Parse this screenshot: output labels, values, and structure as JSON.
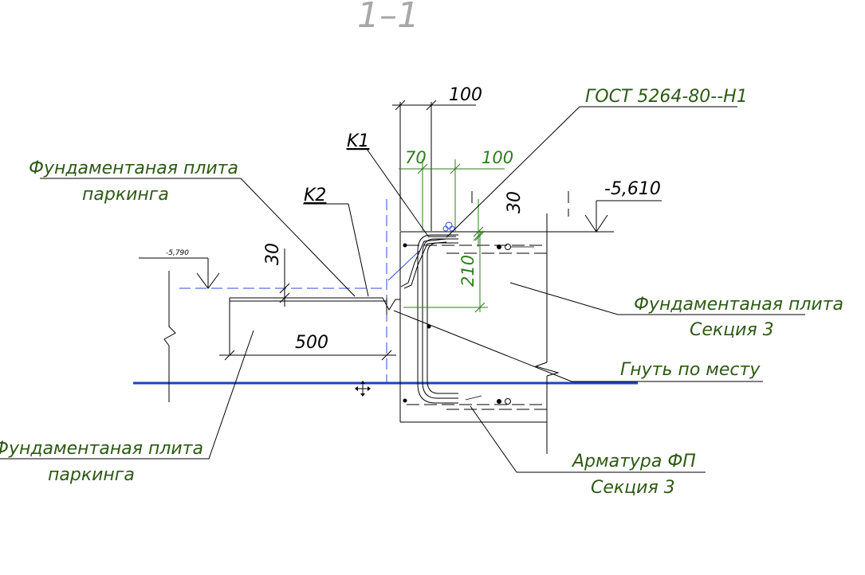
{
  "section_title": "1–1",
  "callouts": {
    "k1": "K1",
    "k2": "K2",
    "gost": "ГОСТ 5264-80--Н1",
    "slab_parking_top_line1": "Фундаментаная плита",
    "slab_parking_top_line2": "паркинга",
    "slab_parking_bottom_line1": "Фундаментаная плита",
    "slab_parking_bottom_line2": "паркинга",
    "slab_section3_line1": "Фундаментаная плита",
    "slab_section3_line2": "Секция 3",
    "bend_on_site": "Гнуть по месту",
    "rebar_line1": "Арматура ФП",
    "rebar_line2": "Секция 3"
  },
  "dimensions": {
    "d100_top": "100",
    "d70": "70",
    "d100_green": "100",
    "d30_right": "30",
    "d30_left": "30",
    "d210": "210",
    "d500": "500"
  },
  "levels": {
    "level_right": "-5,610",
    "level_left": "-5,790"
  },
  "colors": {
    "label_text": "#2d5a16",
    "green_dims": "#2e7d1e",
    "blue_line": "#1747b8",
    "title_gray": "#a8a8a8"
  }
}
